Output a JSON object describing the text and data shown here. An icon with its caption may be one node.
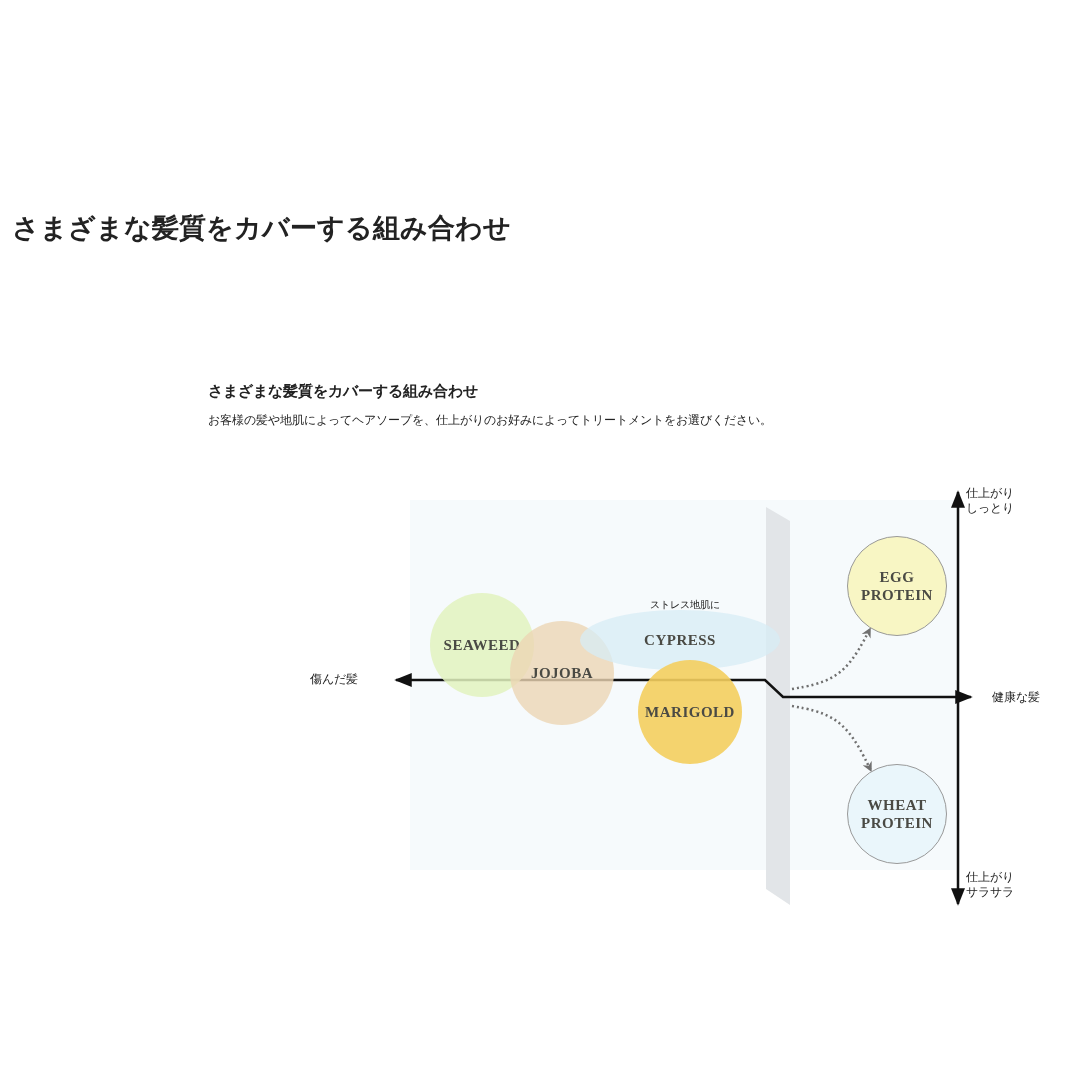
{
  "diagram": {
    "title": "さまざまな髪質をカバーする組み合わせ",
    "nodes": [
      {
        "text": [
          "SEAWEED"
        ]
      },
      {
        "text": [
          "JOJOBA"
        ]
      },
      {
        "text": [
          "CYPRESS"
        ],
        "beside": [
          "ストレス地肌に"
        ]
      },
      {
        "text": [
          "MARIGOLD"
        ]
      },
      {
        "text": [
          "EGG PROTEIN"
        ]
      },
      {
        "text": [
          "WHEAT PROTEIN"
        ]
      },
      {
        "text": [],
        "shape": "bar"
      }
    ],
    "edges": [
      {
        "from": 6,
        "to": 4,
        "arrow": "to",
        "style": "dashed"
      },
      {
        "from": 6,
        "to": 5,
        "arrow": "to",
        "style": "dashed"
      }
    ],
    "labels": [
      "さまざまな髪質をカバーする組み合わせ",
      "お客様の髪や地肌によってヘアソープを、仕上がりのお好みによってトリートメントをお選びください。",
      "仕上がりしっとり",
      "傷んだ髪",
      "健康な髪",
      "仕上がりサラサラ"
    ]
  }
}
